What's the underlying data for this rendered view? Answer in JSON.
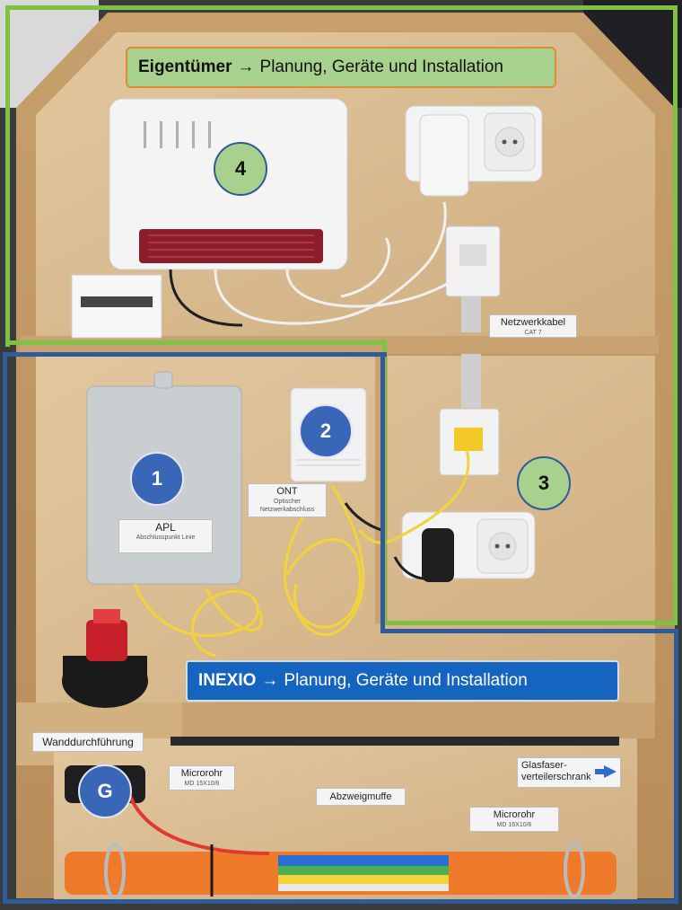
{
  "callouts": {
    "owner_bold": "Eigentümer",
    "owner_text": "Planung, Geräte und Installation",
    "inexio_bold": "INEXIO",
    "inexio_text": "Planung, Geräte und Installation",
    "arrow": "→"
  },
  "badges": {
    "b1": "1",
    "b2": "2",
    "b3": "3",
    "b4": "4",
    "bg": "G"
  },
  "labels": {
    "apl_title": "APL",
    "apl_sub": "Abschlusspunkt Linie",
    "ont_title": "ONT",
    "ont_sub1": "Optischer",
    "ont_sub2": "Netzwerkabschluss",
    "netzwerkkabel": "Netzwerkkabel",
    "netzwerkkabel_sub": "CAT 7",
    "wanddurchfuehrung": "Wanddurchführung",
    "microrohr1": "Microrohr",
    "microrohr1_sub": "MD 15X10/6",
    "abzweigmuffe": "Abzweigmuffe",
    "microrohr2": "Microrohr",
    "microrohr2_sub": "MD 16X10/6",
    "glasfaser1": "Glasfaser-",
    "glasfaser2": "verteilerschrank"
  },
  "colors": {
    "owner_frame": "#7dc242",
    "inexio_frame": "#2e5b9a",
    "owner_callout": "#a9d18e",
    "inexio_callout": "#1565c0",
    "wood": "#d8b98d",
    "fiber_cable": "#f2d43a",
    "micro_tube": "#f07a2b"
  },
  "icons": {
    "arrow_right": "arrow-right-icon"
  }
}
